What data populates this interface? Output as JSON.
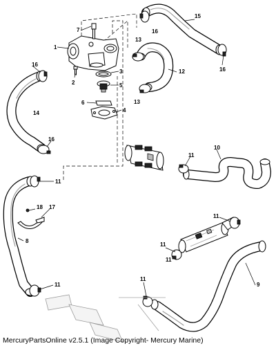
{
  "caption": "MercuryPartsOnline v2.5.1 (Image Copyright- Mercury Marine)",
  "callouts": {
    "c1": "1",
    "c2": "2",
    "c3": "3",
    "c4": "4",
    "c5": "5",
    "c6": "6",
    "c7": "7",
    "c8": "8",
    "c9": "9",
    "c10": "10",
    "c11a": "11",
    "c11b": "11",
    "c11c": "11",
    "c11d": "11",
    "c11e": "11",
    "c11f": "11",
    "c11g": "11",
    "c12": "12",
    "c13a": "13",
    "c13b": "13",
    "c14": "14",
    "c15": "15",
    "c16a": "16",
    "c16b": "16",
    "c16c": "16",
    "c16d": "16",
    "c17": "17",
    "c18": "18"
  }
}
